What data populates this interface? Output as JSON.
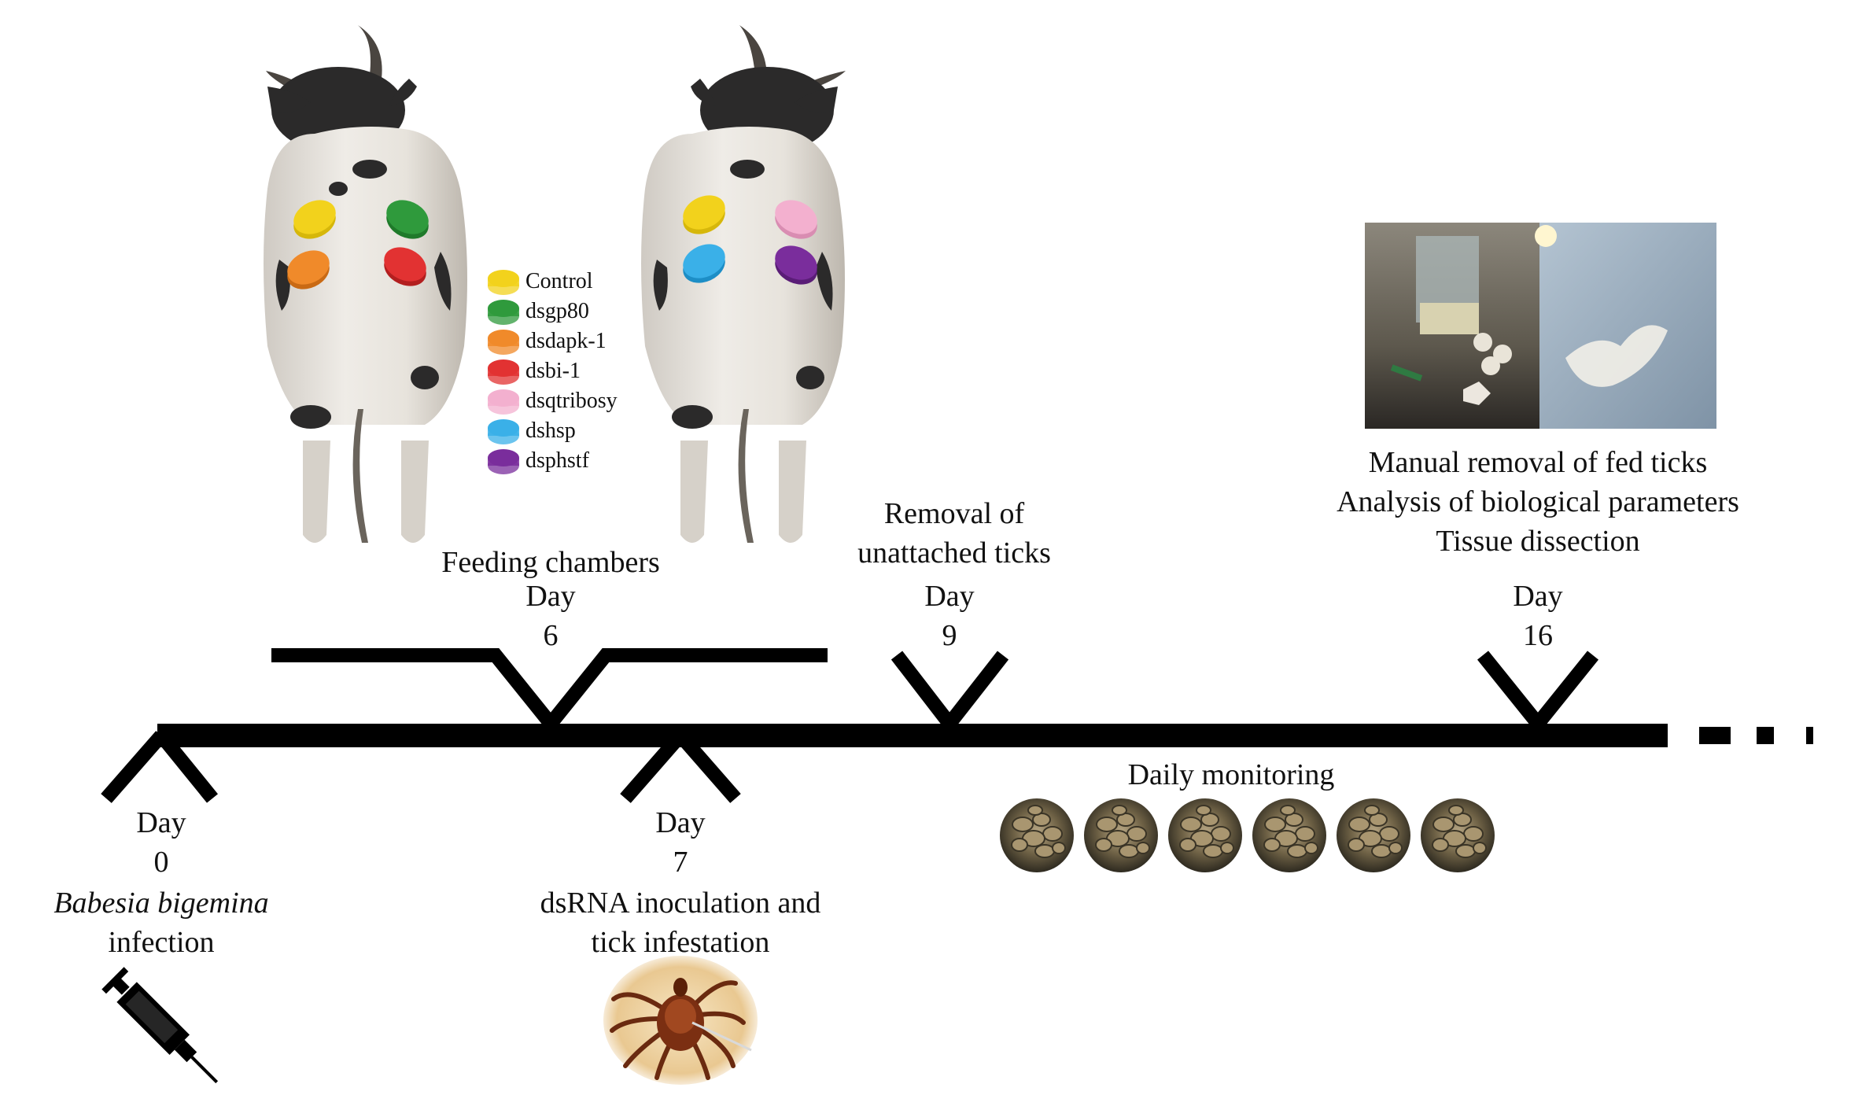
{
  "legend": [
    {
      "label": "Control",
      "color": "#f2d21c"
    },
    {
      "label": "dsgp80",
      "color": "#2f9a3c"
    },
    {
      "label": "dsdapk-1",
      "color": "#f08a2a"
    },
    {
      "label": "dsbi-1",
      "color": "#e23232"
    },
    {
      "label": "dsqtribosy",
      "color": "#f3b0cf"
    },
    {
      "label": "dshsp",
      "color": "#3ab0e8"
    },
    {
      "label": "dsphstf",
      "color": "#7a2d9c"
    }
  ],
  "events": {
    "day0": {
      "day": "Day",
      "num": "0",
      "line1": "Babesia bigemina",
      "line2": "infection"
    },
    "day6": {
      "title": "Feeding chambers",
      "day": "Day",
      "num": "6"
    },
    "day7": {
      "day": "Day",
      "num": "7",
      "line1": "dsRNA inoculation and",
      "line2": "tick infestation"
    },
    "day9": {
      "line1": "Removal of",
      "line2": "unattached ticks",
      "day": "Day",
      "num": "9"
    },
    "day16": {
      "line1": "Manual removal of fed ticks",
      "line2": "Analysis of biological parameters",
      "line3": "Tissue dissection",
      "day": "Day",
      "num": "16"
    },
    "monitoring": {
      "label": "Daily monitoring"
    }
  },
  "icons": {
    "syringe": "syringe-icon",
    "tick": "tick-photo",
    "lab": "lab-photo",
    "eggs": "tick-eggs-photo"
  }
}
